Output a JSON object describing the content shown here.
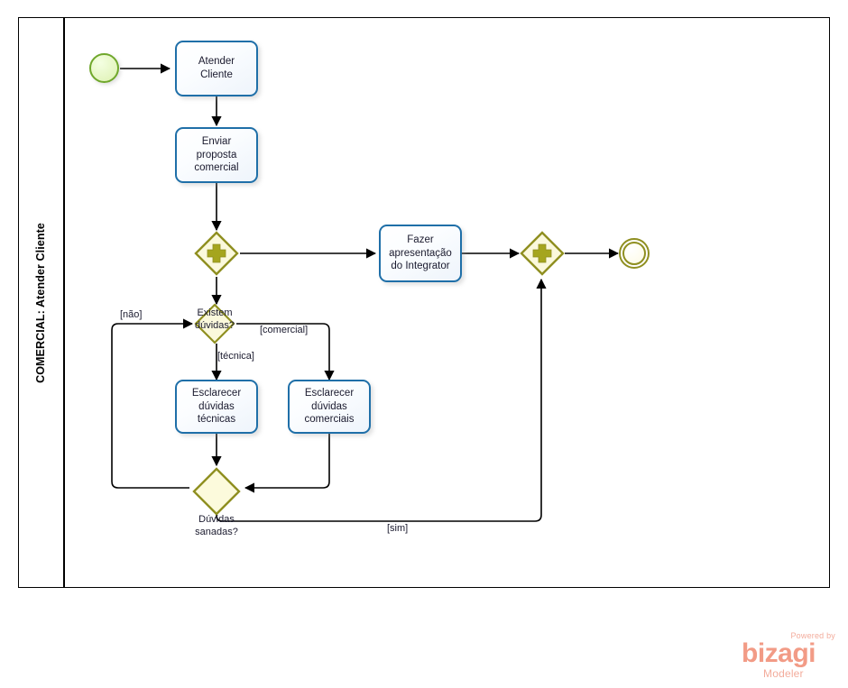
{
  "pool": {
    "label": "COMERCIAL: Atender Cliente"
  },
  "nodes": {
    "start_event": {
      "name": "start-event",
      "label": ""
    },
    "task_atender": {
      "label": "Atender Cliente"
    },
    "task_enviar": {
      "label": "Enviar proposta\ncomercial"
    },
    "gateway_parallel_split": {
      "label": ""
    },
    "task_fazer": {
      "label": "Fazer\napresentação\ndo Integrator"
    },
    "gateway_parallel_join": {
      "label": ""
    },
    "end_event": {
      "label": ""
    },
    "gateway_existem": {
      "label": "Existem\ndúvidas?"
    },
    "task_tecnicas": {
      "label": "Esclarecer\ndúvidas\ntécnicas"
    },
    "task_comerciais": {
      "label": "Esclarecer\ndúvidas\ncomerciais"
    },
    "gateway_sanadas": {
      "label": "Dúvidas\nsanadas?"
    }
  },
  "edge_labels": {
    "nao": "[não]",
    "tecnica": "[técnica]",
    "comercial": "[comercial]",
    "sim": "[sim]"
  },
  "logo": {
    "powered_by": "Powered by",
    "brand": "bizagi",
    "product": "Modeler"
  },
  "colors": {
    "task_border": "#1F6FA8",
    "start_border": "#6FA72B",
    "gateway_border": "#8F8F20",
    "gateway_fill": "#FBF9DC",
    "flow_line": "#000000",
    "logo": "#F29B86"
  }
}
